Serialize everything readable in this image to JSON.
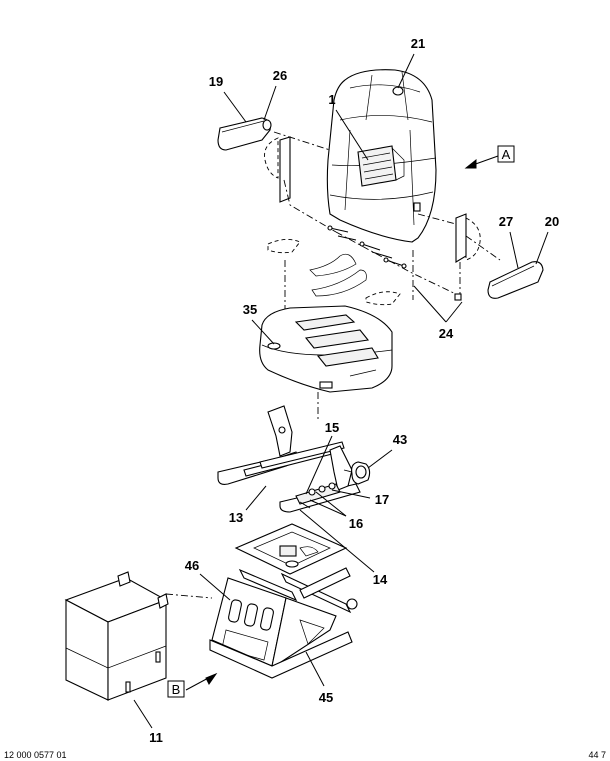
{
  "callouts": {
    "c1": "1",
    "c11": "11",
    "c13": "13",
    "c14": "14",
    "c15": "15",
    "c16": "16",
    "c17": "17",
    "c19": "19",
    "c20": "20",
    "c21": "21",
    "c24": "24",
    "c26": "26",
    "c27": "27",
    "c35": "35",
    "c43": "43",
    "c45": "45",
    "c46": "46"
  },
  "view_labels": {
    "a": "A",
    "b": "B"
  },
  "footer": {
    "left": "12 000 0577 01",
    "right": "44 7"
  }
}
